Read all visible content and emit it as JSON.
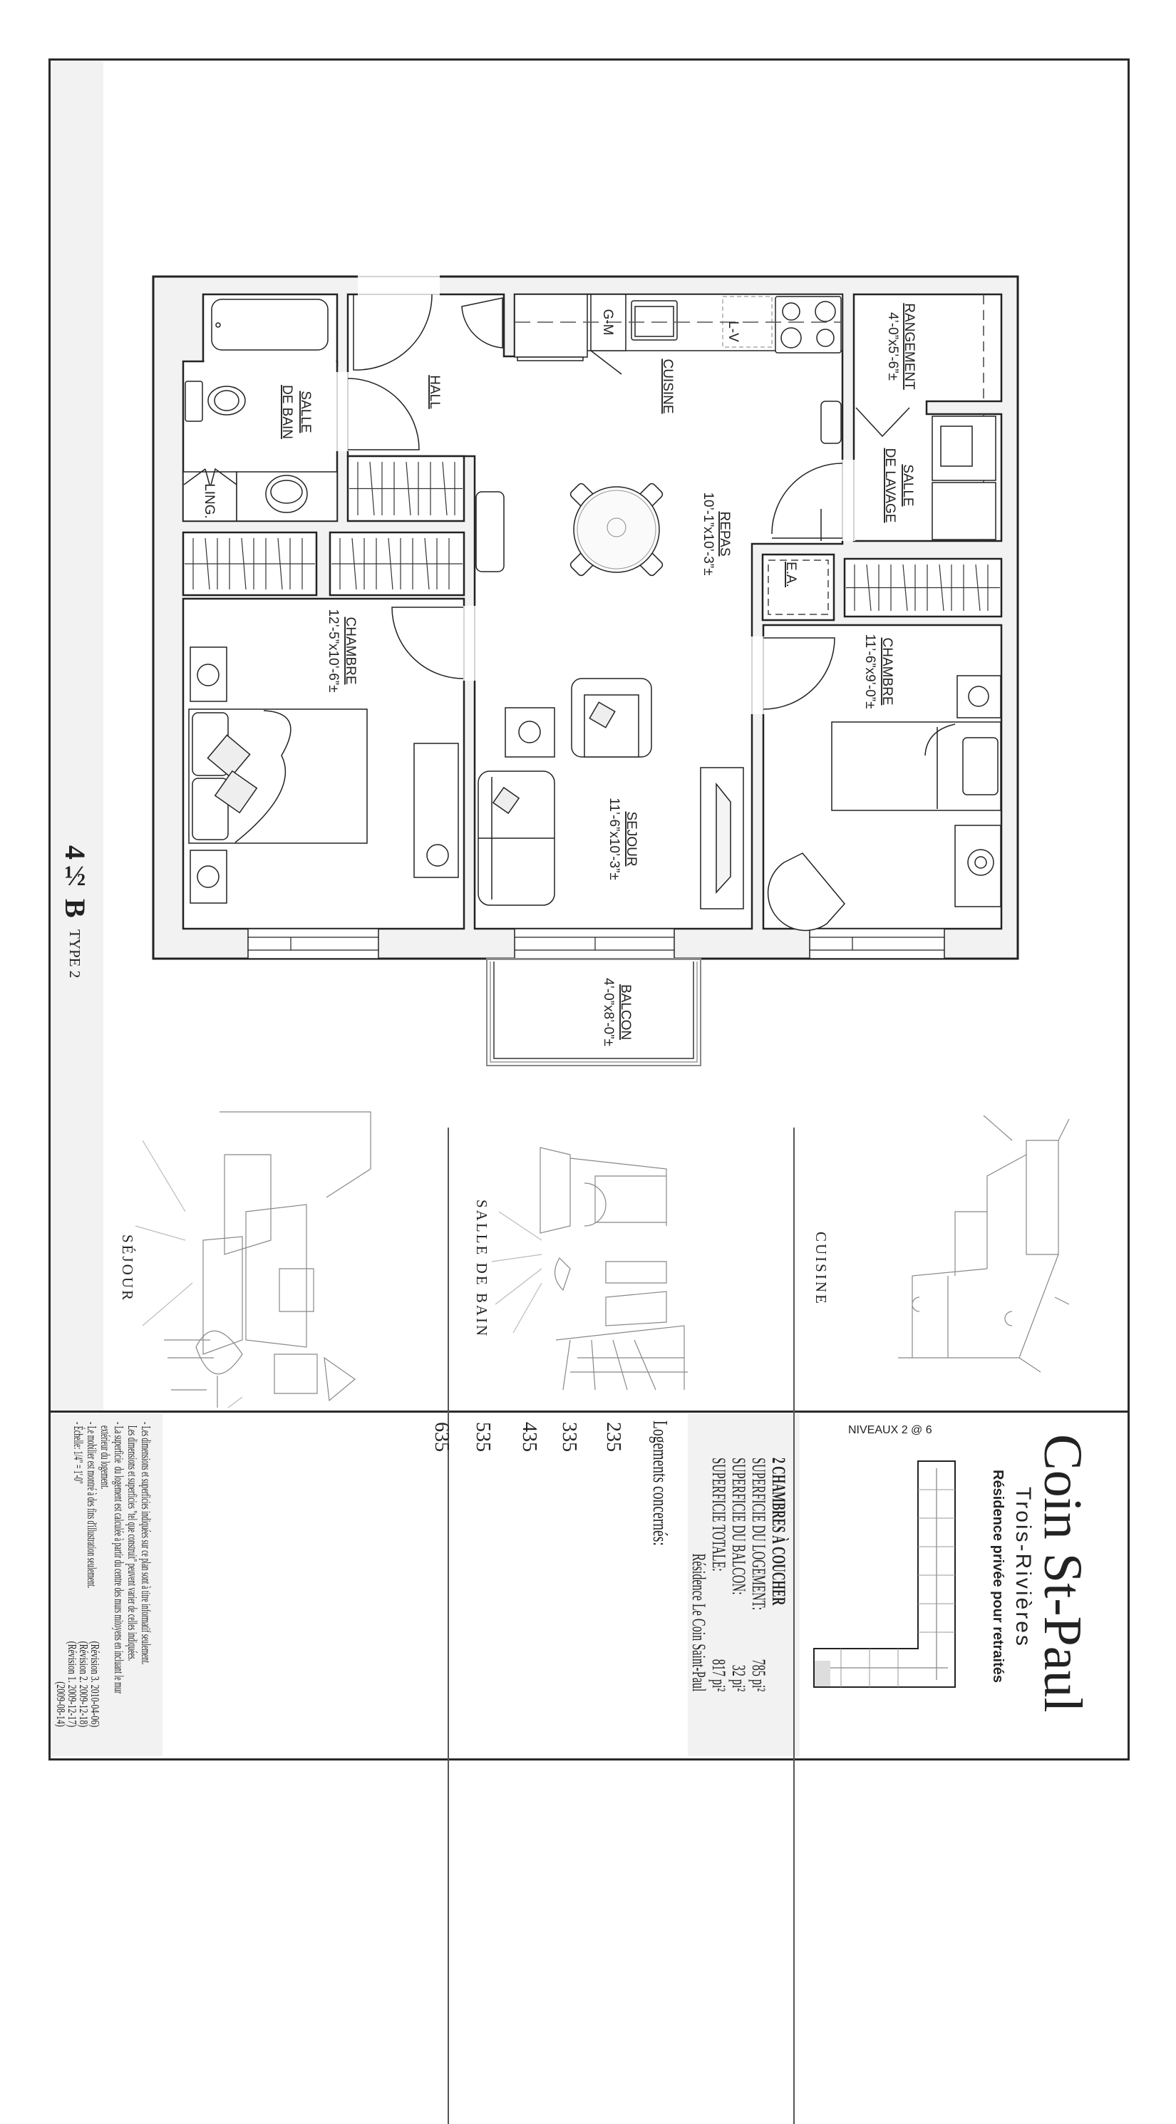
{
  "unit_title": {
    "main": "4½ B",
    "sub": "TYPE 2"
  },
  "plan": {
    "salle_de_bain": {
      "line1": "SALLE",
      "line2": "DE BAIN"
    },
    "hall": "HALL",
    "ling": "LING.",
    "cuisine": "CUISINE",
    "gm": "G-M",
    "lv": "L-V",
    "rangement": {
      "name": "RANGEMENT",
      "dims": "4’-0”x5’-6”±"
    },
    "salle_de_lavage": {
      "line1": "SALLE",
      "line2": "DE LAVAGE"
    },
    "repas": {
      "name": "REPAS",
      "dims": "10’-1”x10’-3”±"
    },
    "ea": "E.A.",
    "chambre_1": {
      "name": "CHAMBRE",
      "dims": "12’-5”x10’-6”±"
    },
    "chambre_2": {
      "name": "CHAMBRE",
      "dims": "11’-6”x9’-0”±"
    },
    "sejour": {
      "name": "SEJOUR",
      "dims": "11’-6”x10’-3”±"
    },
    "balcon": {
      "name": "BALCON",
      "dims": "4’-0”x8’-0”±"
    }
  },
  "renderings": {
    "sejour": "SÉJOUR",
    "salle_de_bain": "SALLE DE BAIN",
    "cuisine": "CUISINE"
  },
  "info": {
    "heading": "2 CHAMBRES À COUCHER",
    "rows": [
      {
        "label": "SUPERFICIE DU LOGEMENT:",
        "value": "785 pi²"
      },
      {
        "label": "SUPERFICIE DU BALCON:",
        "value": "32 pi²"
      },
      {
        "label": "SUPERFICIE TOTALE:",
        "value": "817 pi²"
      }
    ],
    "residence": "Résidence Le Coin Saint-Paul"
  },
  "logements": {
    "label": "Logements concernés:",
    "units": [
      "235",
      "335",
      "435",
      "535",
      "635"
    ]
  },
  "notes": [
    "- Les dimensions et superficies indiquées sur ce plan sont à titre informatif seulement.",
    "  Les dimensions et superficies \"tel que construit\" peuvent varier de celles indiquées.",
    "- La superficie  du logement est calculée à partir du centre des murs mitoyens en incluant le mur",
    "  extérieur du logement.",
    "- Le mobilier est montré à des fins d'illustration seulement.",
    "- Échelle: 1/4\" = 1'-0\""
  ],
  "revisions": [
    "(Révision 3. 2010-04-06)",
    "(Révision 2. 2009-12-18)",
    "(Révision 1. 2009-12-17)",
    "(2009-08-14)"
  ],
  "brand": {
    "name": "Coin St-Paul",
    "city": "Trois-Rivières",
    "tagline": "Résidence privée pour retraités",
    "levels": "NIVEAUX 2 @ 6"
  }
}
